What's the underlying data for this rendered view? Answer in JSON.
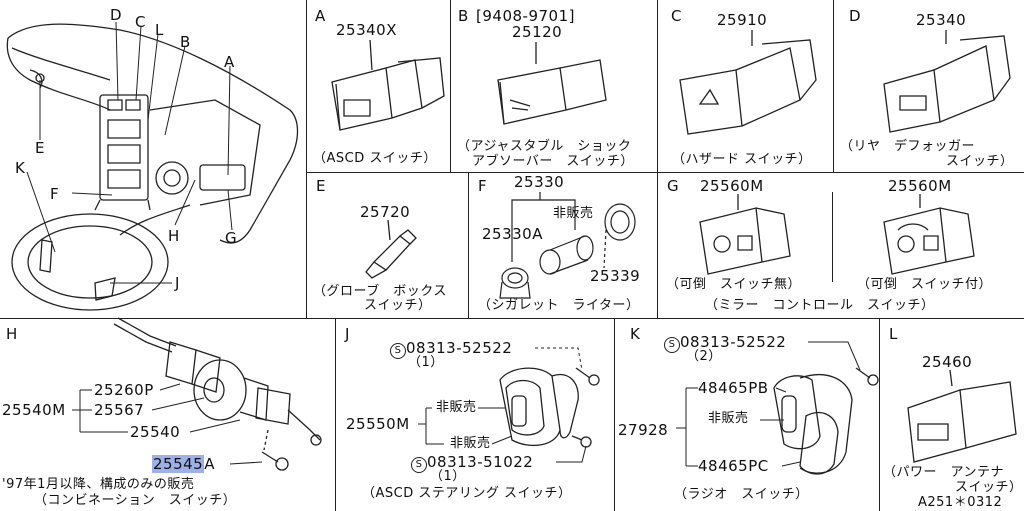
{
  "sections": {
    "overview": {
      "callouts": {
        "D": "D",
        "C": "C",
        "L": "L",
        "B": "B",
        "A": "A",
        "E": "E",
        "K": "K",
        "F": "F",
        "H": "H",
        "G": "G",
        "J": "J"
      }
    },
    "A": {
      "letter": "A",
      "part": "25340X",
      "caption": "（ASCD スイッチ）"
    },
    "B": {
      "letter": "B",
      "date_range": "[9408-9701]",
      "part": "25120",
      "caption_l1": "（アジャスタブル　ショック",
      "caption_l2": "アブソーバー　スイッチ）"
    },
    "C": {
      "letter": "C",
      "part": "25910",
      "caption": "（ハザード スイッチ）"
    },
    "D": {
      "letter": "D",
      "part": "25340",
      "caption_l1": "（リヤ　デフォッガー",
      "caption_l2": "スイッチ）"
    },
    "E": {
      "letter": "E",
      "part": "25720",
      "caption_l1": "（グローブ　ボックス",
      "caption_l2": "スイッチ）"
    },
    "F": {
      "letter": "F",
      "part_main": "25330",
      "part_a": "25330A",
      "not_sold": "非販売",
      "part_b": "25339",
      "caption": "（シガレット　ライター）"
    },
    "G": {
      "letter": "G",
      "part_left": "25560M",
      "part_right": "25560M",
      "sub_left": "（可倒　スイッチ無）",
      "sub_right": "（可倒　スイッチ付）",
      "caption": "（ミラー　コントロール　スイッチ）"
    },
    "H": {
      "letter": "H",
      "p1": "25260P",
      "p2": "25540M",
      "p3": "25567",
      "p4": "25540",
      "p5": "25545",
      "p5_suffix": "A",
      "note": "'97年1月以降、構成のみの販売",
      "caption": "（コンビネーション　スイッチ）"
    },
    "J": {
      "letter": "J",
      "screw_top": "08313-52522",
      "qty_top": "（1）",
      "part": "25550M",
      "not_sold_1": "非販売",
      "not_sold_2": "非販売",
      "screw_bot": "08313-51022",
      "qty_bot": "（1）",
      "caption": "（ASCD ステアリング スイッチ）"
    },
    "K": {
      "letter": "K",
      "screw": "08313-52522",
      "qty": "（2）",
      "part": "27928",
      "pb": "48465PB",
      "not_sold": "非販売",
      "pc": "48465PC",
      "caption": "（ラジオ　スイッチ）"
    },
    "L": {
      "letter": "L",
      "part": "25460",
      "caption_l1": "（パワー　アンテナ",
      "caption_l2": "スイッチ）"
    }
  },
  "footer": {
    "code": "A251＊0312"
  },
  "symbols": {
    "screw_mark": "S"
  }
}
